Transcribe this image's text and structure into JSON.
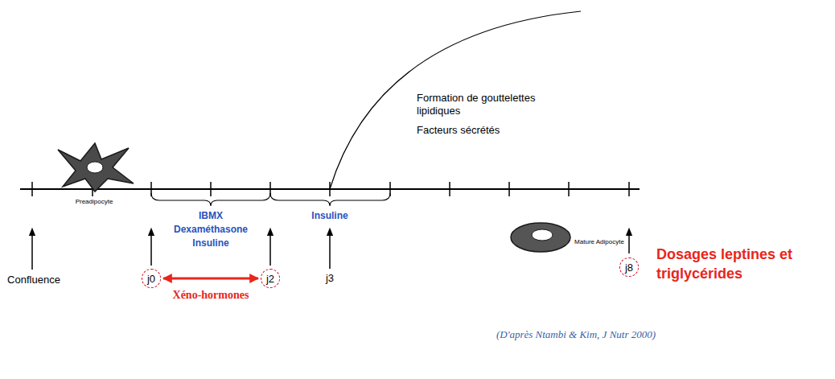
{
  "diagram": {
    "caption": "(D'après Ntambi & Kim, J Nutr 2000)",
    "nodes": [
      {
        "text": [
          "j0"
        ]
      },
      {
        "text": [
          "j2"
        ]
      },
      {
        "text": [
          "j8"
        ]
      }
    ],
    "edges": [
      {
        "from": 0,
        "to": 1,
        "arrow": "both",
        "label": "Xéno-hormones"
      }
    ],
    "labels": [
      "Formation de gouttelettes lipidiques",
      "Facteurs sécrétés",
      "IBMX",
      "Dexaméthasone",
      "Insuline",
      "Insuline",
      "Preadipocyte",
      "Mature Adipocyte",
      "Confluence",
      "j3",
      "Dosages leptines et triglycérides"
    ]
  }
}
